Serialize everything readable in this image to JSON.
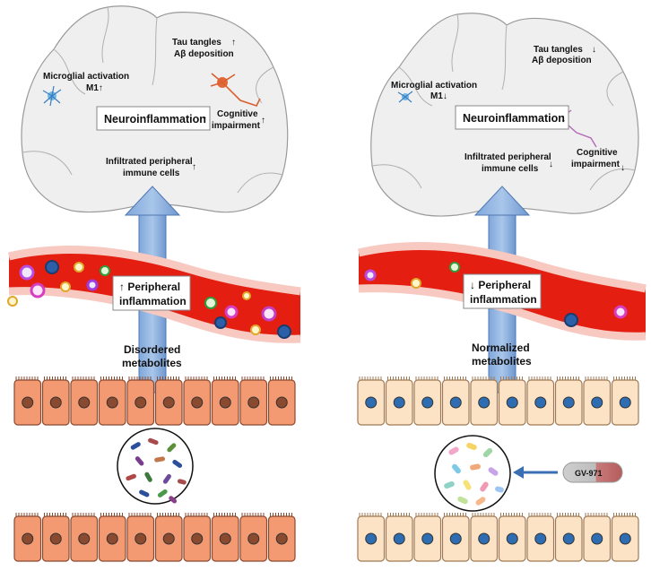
{
  "left": {
    "microglia": "Microglial activation",
    "m1": "M1↑",
    "tau": "Tau tangles",
    "abeta": "Aβ deposition",
    "tau_arrow": "↑",
    "neuroinflammation": "Neuroinflammation",
    "neuro_arrow": "↑",
    "cognitive1": "Cognitive",
    "cognitive2": "impairment",
    "cog_arrow": "↑",
    "infiltrated1": "Infiltrated peripheral",
    "infiltrated2": "immune cells",
    "inf_arrow": "↑",
    "peripheral1": "↑ Peripheral",
    "peripheral2": "inflammation",
    "metabolites1": "Disordered",
    "metabolites2": "metabolites"
  },
  "right": {
    "microglia": "Microglial activation",
    "m1": "M1↓",
    "tau": "Tau tangles",
    "abeta": "Aβ deposition",
    "tau_arrow": "↓",
    "neuroinflammation": "Neuroinflammation",
    "neuro_arrow": "↓",
    "cognitive1": "Cognitive",
    "cognitive2": "impairment",
    "cog_arrow": "↓",
    "infiltrated1": "Infiltrated peripheral",
    "infiltrated2": "immune cells",
    "inf_arrow": "↓",
    "peripheral1": "↓ Peripheral",
    "peripheral2": "inflammation",
    "metabolites1": "Normalized",
    "metabolites2": "metabolites",
    "drug": "GV-971"
  },
  "colors": {
    "brain": "#efeff0",
    "vessel": "#e41e10",
    "vessel_wall": "#f7c9c0",
    "arrow": "#8db3e2",
    "cell_left": "#f39a72",
    "cell_right": "#fde3c5",
    "nucleus_left": "#8a4a30",
    "nucleus_right": "#2f6db3"
  }
}
